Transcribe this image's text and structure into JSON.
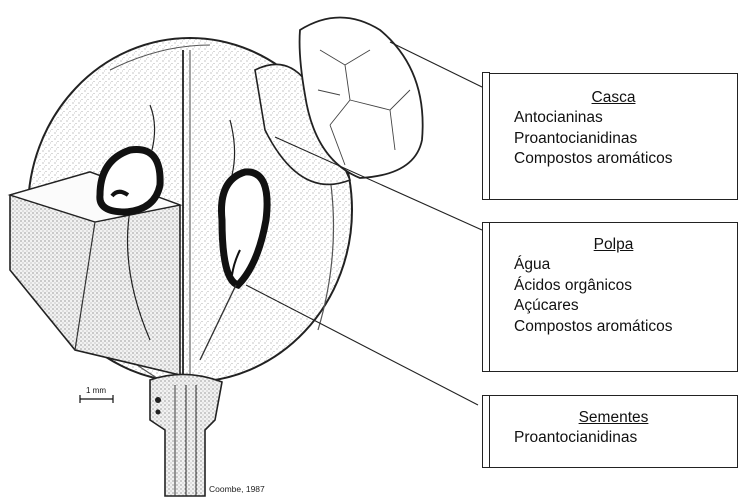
{
  "casca": {
    "title": "Casca",
    "items": [
      "Antocianinas",
      "Proantocianidinas",
      "Compostos aromáticos"
    ]
  },
  "polpa": {
    "title": "Polpa",
    "items": [
      "Água",
      "Ácidos orgânicos",
      "Açúcares",
      "Compostos aromáticos"
    ]
  },
  "sementes": {
    "title": "Sementes",
    "items": [
      "Proantocianidinas"
    ]
  },
  "scale": {
    "label": "1 mm"
  },
  "credit": "Coombe, 1987"
}
